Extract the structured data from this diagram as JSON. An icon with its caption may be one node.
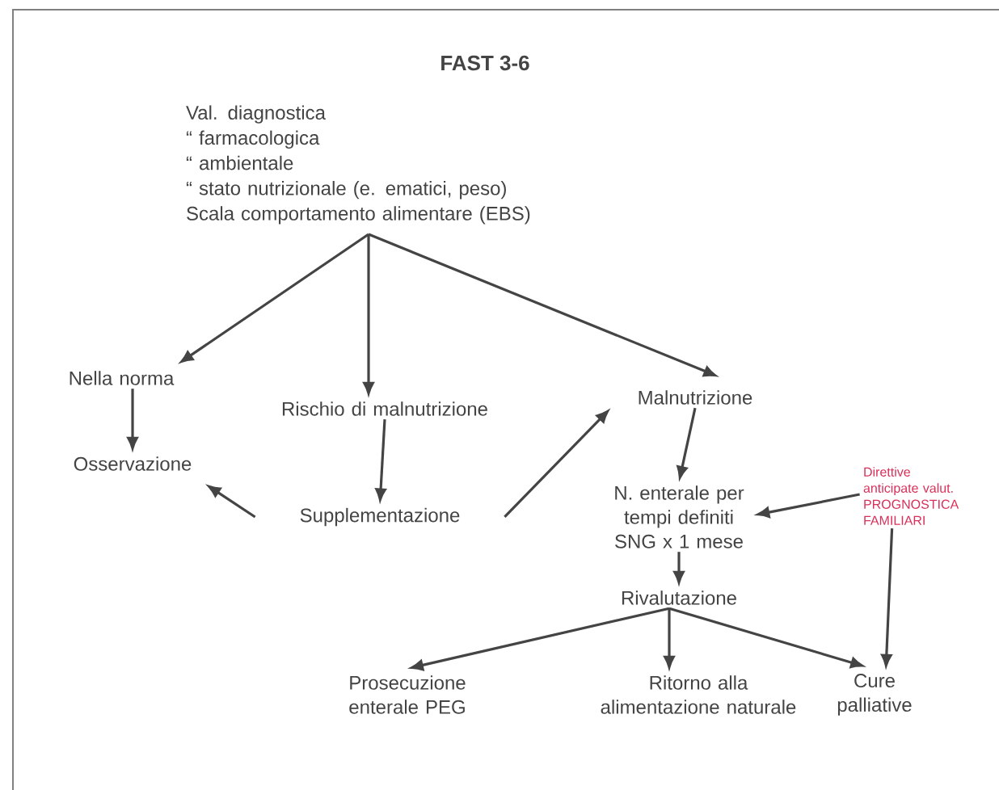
{
  "diagram": {
    "title": "FAST 3-6",
    "nodes": [
      {
        "text": [
          "Val. diagnostica",
          "“ farmacologica",
          "“ ambientale",
          "“ stato nutrizionale (e. ematici, peso)",
          "Scala comportamento alimentare (EBS)"
        ]
      },
      {
        "text": [
          "Nella norma"
        ]
      },
      {
        "text": [
          "Rischio di malnutrizione"
        ]
      },
      {
        "text": [
          "Malnutrizione"
        ]
      },
      {
        "text": [
          "Osservazione"
        ]
      },
      {
        "text": [
          "Supplementazione"
        ]
      },
      {
        "text": [
          "N. enterale per tempi definiti SNG x 1 mese"
        ]
      },
      {
        "text": [
          "Direttive anticipate valut. PROGNOSTICA FAMILIARI"
        ]
      },
      {
        "text": [
          "Rivalutazione"
        ]
      },
      {
        "text": [
          "Prosecuzione enterale PEG"
        ]
      },
      {
        "text": [
          "Ritorno alla alimentazione naturale"
        ]
      },
      {
        "text": [
          "Cure palliative"
        ]
      }
    ],
    "edges": [
      {
        "from": 0,
        "to": 1,
        "arrow": "to"
      },
      {
        "from": 0,
        "to": 2,
        "arrow": "to"
      },
      {
        "from": 0,
        "to": 3,
        "arrow": "to"
      },
      {
        "from": 1,
        "to": 4,
        "arrow": "to"
      },
      {
        "from": 2,
        "to": 5,
        "arrow": "to"
      },
      {
        "from": 5,
        "to": 4,
        "arrow": "to"
      },
      {
        "from": 5,
        "to": 3,
        "arrow": "to"
      },
      {
        "from": 3,
        "to": 6,
        "arrow": "to"
      },
      {
        "from": 7,
        "to": 6,
        "arrow": "to"
      },
      {
        "from": 6,
        "to": 8,
        "arrow": "to"
      },
      {
        "from": 7,
        "to": 11,
        "arrow": "to"
      },
      {
        "from": 8,
        "to": 9,
        "arrow": "to"
      },
      {
        "from": 8,
        "to": 10,
        "arrow": "to"
      },
      {
        "from": 8,
        "to": 11,
        "arrow": "to"
      }
    ]
  }
}
